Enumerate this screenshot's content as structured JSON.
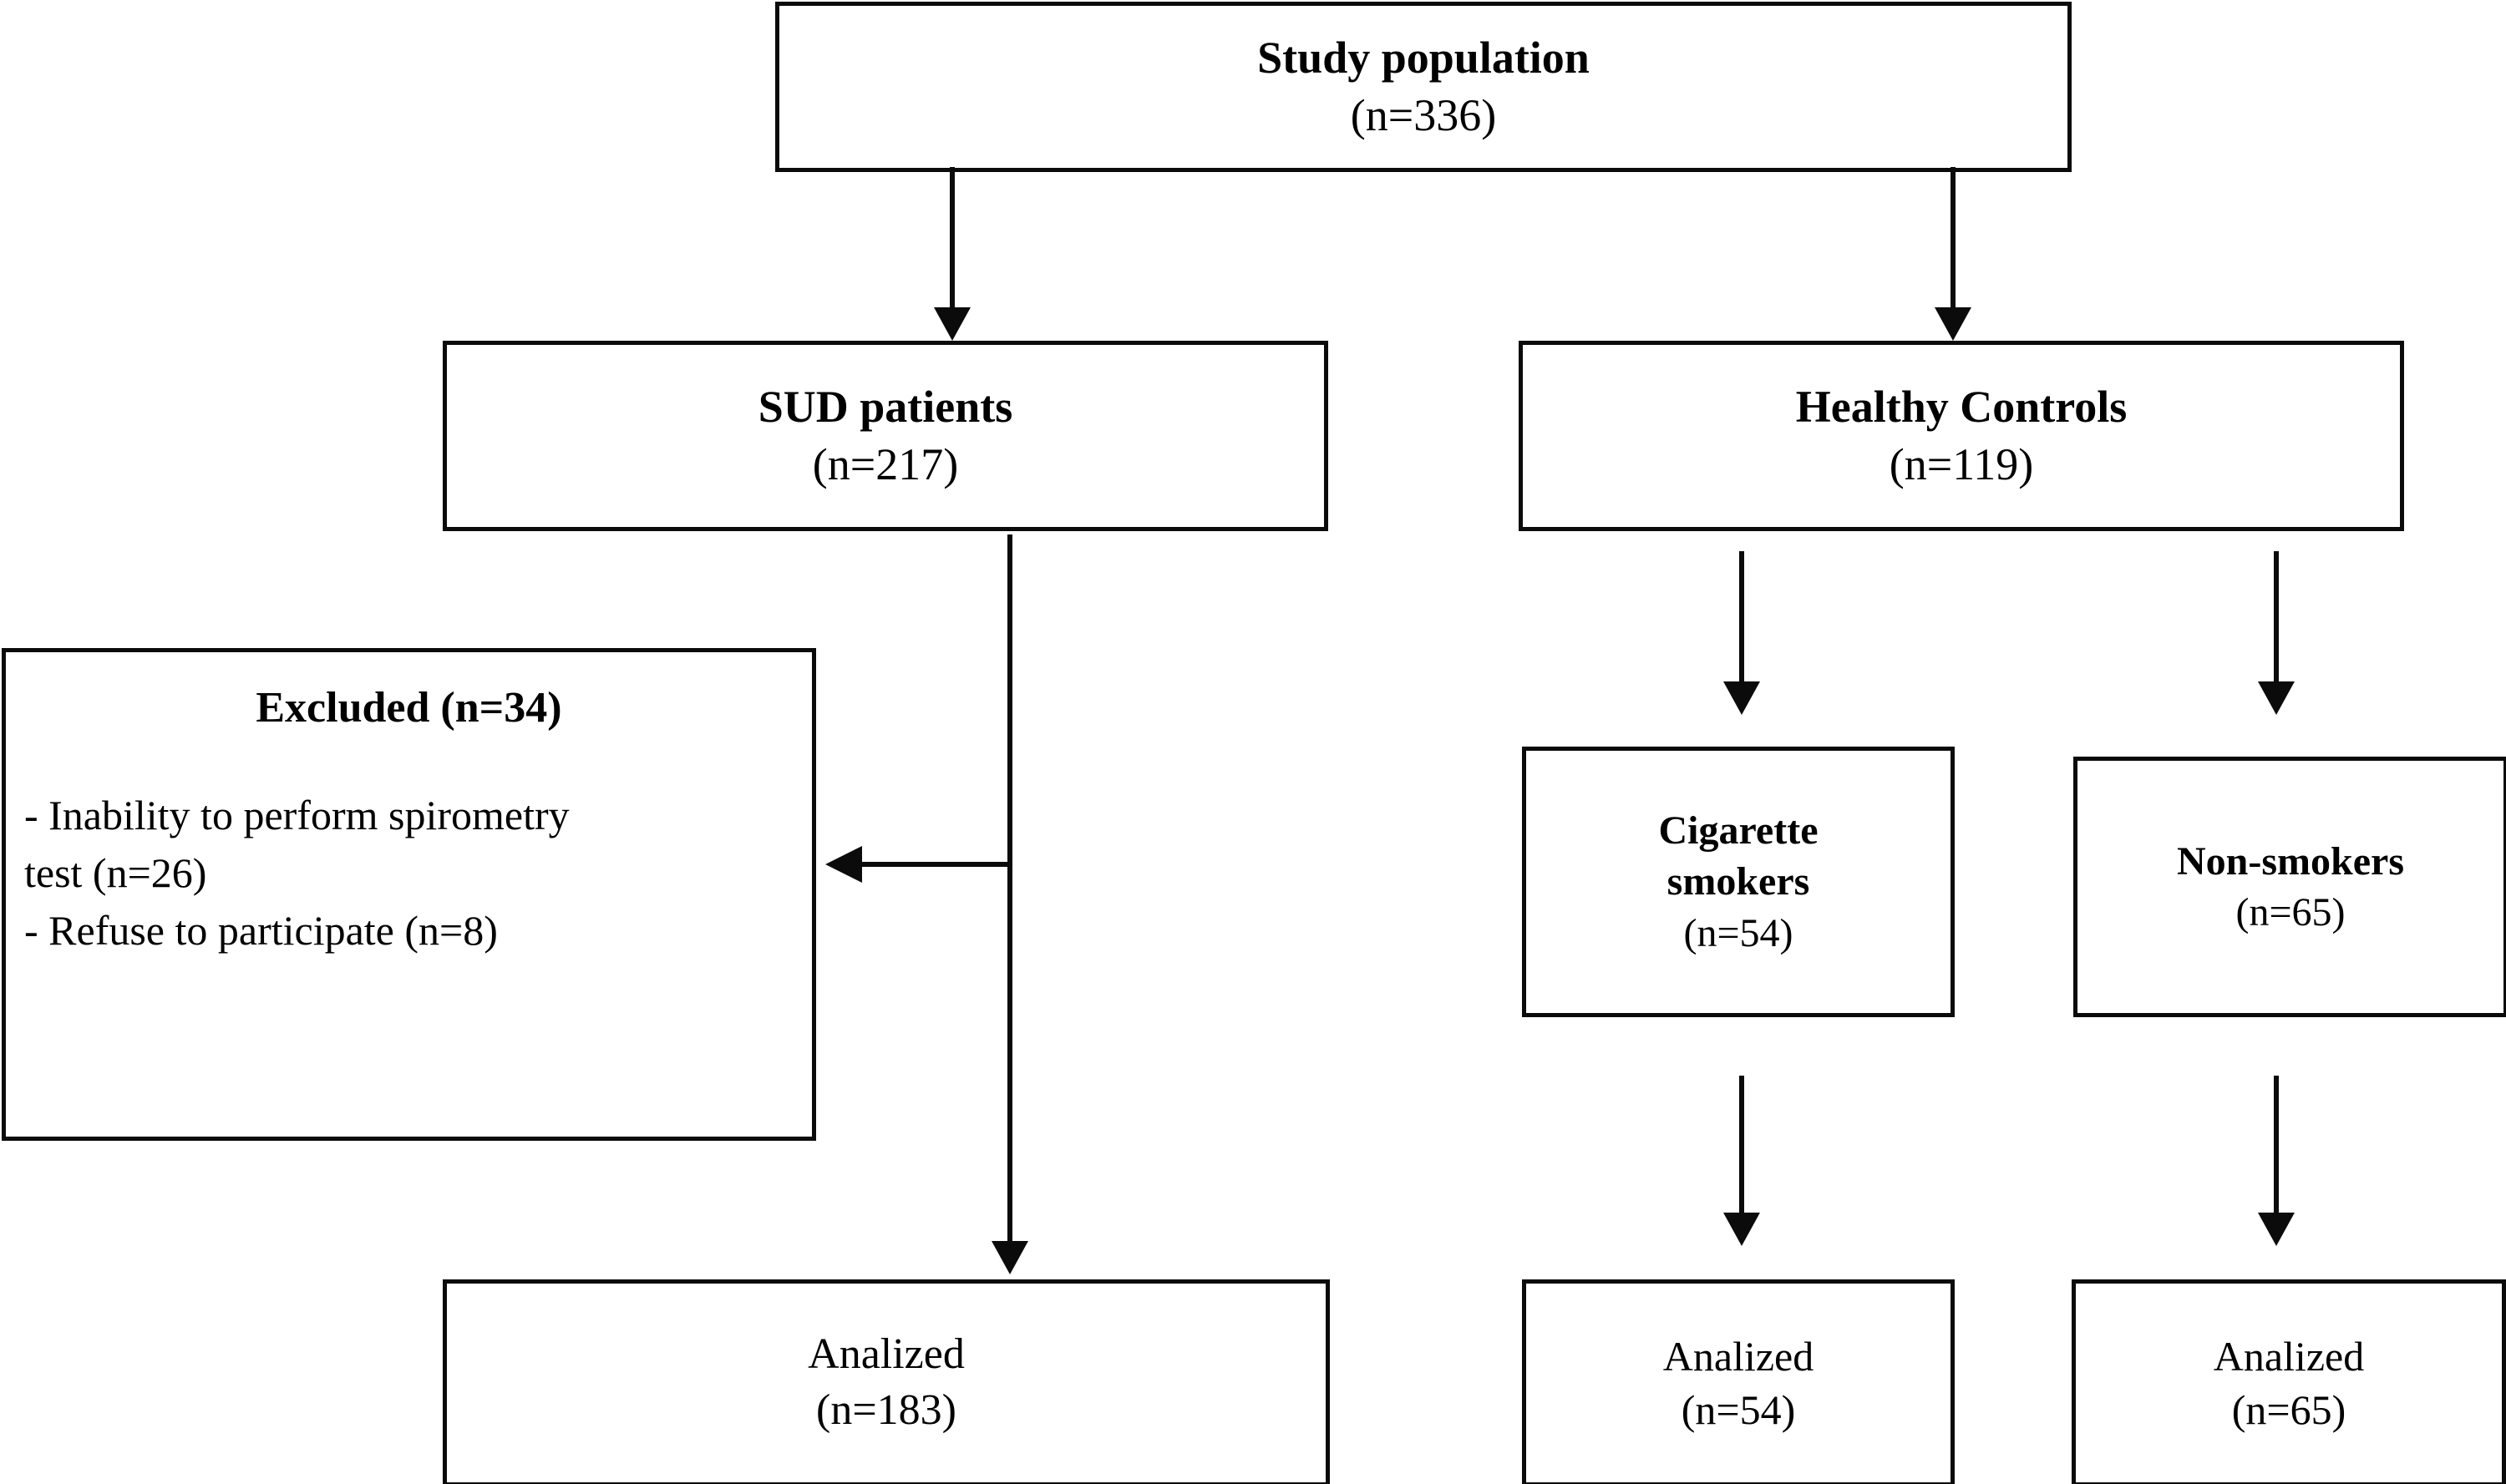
{
  "diagram": {
    "title": "Study population flow diagram",
    "type": "flowchart",
    "colors": {
      "stroke": "#0b0b0b",
      "fill": "#ffffff",
      "text": "#000000"
    }
  },
  "nodes": {
    "study_population": {
      "title": "Study population",
      "count": "(n=336)"
    },
    "sud_patients": {
      "title": "SUD patients",
      "count": "(n=217)"
    },
    "healthy_controls": {
      "title": "Healthy Controls",
      "count": "(n=119)"
    },
    "excluded": {
      "heading": "Excluded (n=34)",
      "reasons": [
        "- Inability to perform spirometry",
        "test (n=26)",
        "- Refuse to participate (n=8)"
      ]
    },
    "cigarette_smokers": {
      "title_line1": "Cigarette",
      "title_line2": "smokers",
      "count": "(n=54)"
    },
    "non_smokers": {
      "title": "Non-smokers",
      "count": "(n=65)"
    },
    "analized_sud": {
      "title": "Analized",
      "count": "(n=183)"
    },
    "analized_smokers": {
      "title": "Analized",
      "count": "(n=54)"
    },
    "analized_nonsmokers": {
      "title": "Analized",
      "count": "(n=65)"
    }
  },
  "edges": [
    {
      "from": "study_population",
      "to": "sud_patients",
      "kind": "down-arrow"
    },
    {
      "from": "study_population",
      "to": "healthy_controls",
      "kind": "down-arrow"
    },
    {
      "from": "sud_patients",
      "to": "excluded",
      "kind": "left-arrow"
    },
    {
      "from": "sud_patients",
      "to": "analized_sud",
      "kind": "down-arrow"
    },
    {
      "from": "healthy_controls",
      "to": "cigarette_smokers",
      "kind": "down-arrow"
    },
    {
      "from": "healthy_controls",
      "to": "non_smokers",
      "kind": "down-arrow"
    },
    {
      "from": "cigarette_smokers",
      "to": "analized_smokers",
      "kind": "down-arrow"
    },
    {
      "from": "non_smokers",
      "to": "analized_nonsmokers",
      "kind": "down-arrow"
    }
  ]
}
